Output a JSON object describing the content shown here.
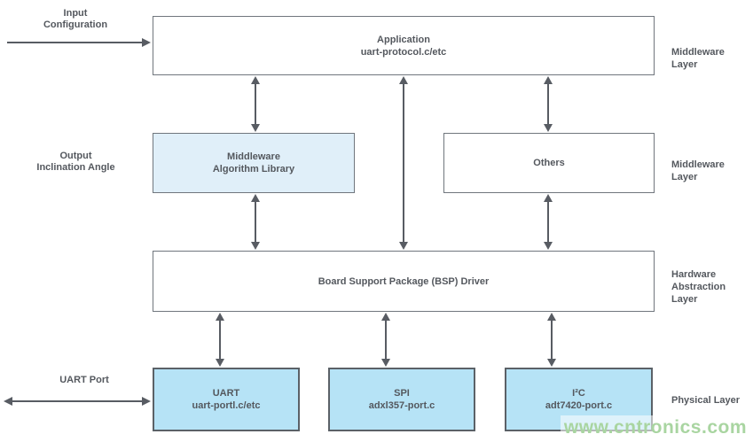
{
  "boxes": {
    "application": {
      "title": "Application",
      "subtitle": "uart-protocol.c/etc"
    },
    "middleware_algorithm_library": {
      "title": "Middleware\nAlgorithm Library"
    },
    "others": {
      "title": "Others"
    },
    "bsp_driver": {
      "title": "Board Support Package (BSP) Driver"
    },
    "uart": {
      "title": "UART",
      "subtitle": "uart-portl.c/etc"
    },
    "spi": {
      "title": "SPI",
      "subtitle": "adxl357-port.c"
    },
    "i2c": {
      "title": "I²C",
      "subtitle": "adt7420-port.c"
    }
  },
  "layer_labels": {
    "middleware_top": "Middleware Layer",
    "middleware_mid": "Middleware Layer",
    "hardware_abstraction": "Hardware\nAbstraction Layer",
    "physical": "Physical Layer"
  },
  "side_labels": {
    "input_configuration": "Input\nConfiguration",
    "output_inclination_angle": "Output\nInclination Angle",
    "uart_port": "UART Port"
  },
  "watermark": "www.cntronics.com",
  "colors": {
    "box_fill_light_blue": "#e0eff9",
    "box_fill_blue": "#b6e3f6",
    "box_border": "#70767d",
    "arrow": "#585c63",
    "text": "#54585e",
    "watermark_green": "#a9d5a1"
  }
}
